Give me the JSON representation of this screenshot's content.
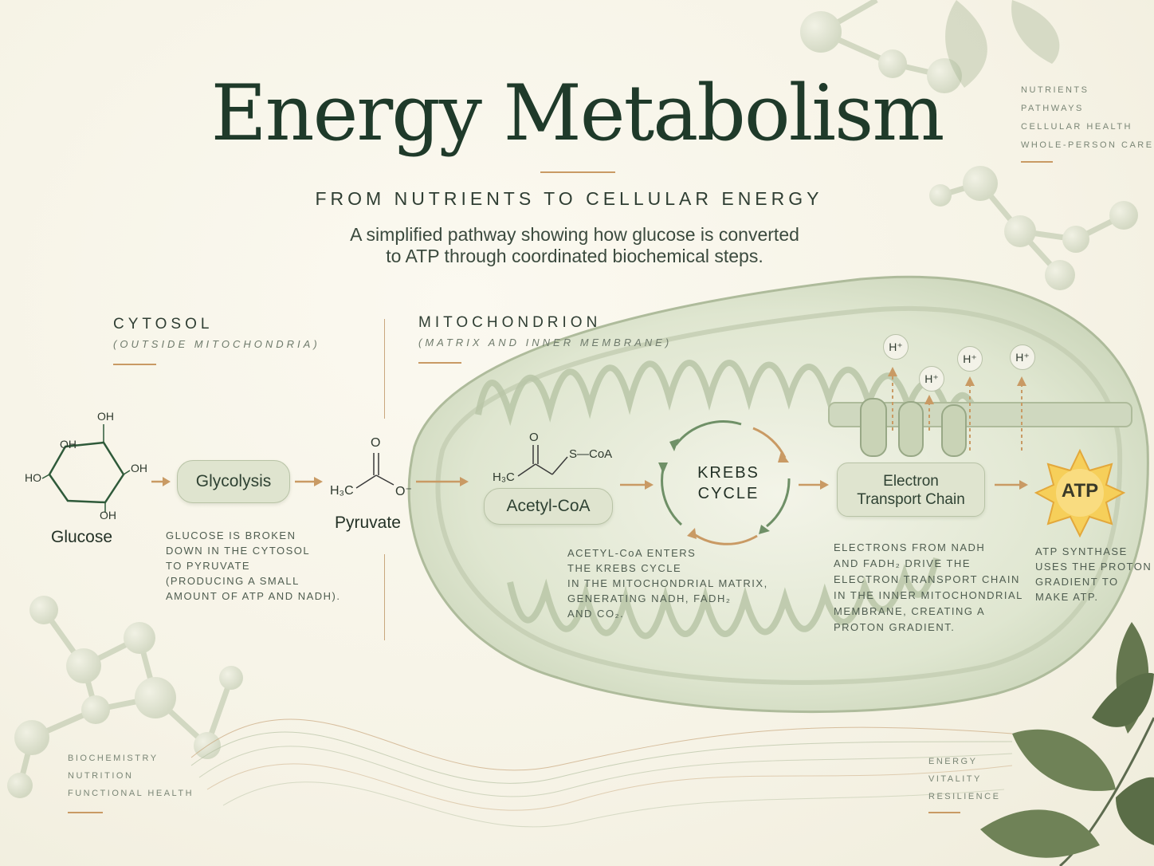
{
  "header": {
    "title": "Energy Metabolism",
    "subtitle": "FROM NUTRIENTS TO CELLULAR ENERGY",
    "description_line1": "A simplified pathway showing how glucose is converted",
    "description_line2": "to ATP through coordinated biochemical steps."
  },
  "top_right_tags": [
    "NUTRIENTS",
    "PATHWAYS",
    "CELLULAR HEALTH",
    "WHOLE-PERSON CARE"
  ],
  "bottom_left_tags": [
    "BIOCHEMISTRY",
    "NUTRITION",
    "FUNCTIONAL HEALTH"
  ],
  "bottom_right_tags": [
    "ENERGY",
    "VITALITY",
    "RESILIENCE"
  ],
  "sections": {
    "cytosol": {
      "title": "CYTOSOL",
      "subtitle": "(OUTSIDE MITOCHONDRIA)"
    },
    "mitochondrion": {
      "title": "MITOCHONDRION",
      "subtitle": "(MATRIX AND INNER MEMBRANE)"
    }
  },
  "steps": {
    "glucose": {
      "label": "Glucose",
      "oh": "OH",
      "ho": "HO"
    },
    "glycolysis": {
      "label": "Glycolysis"
    },
    "pyruvate": {
      "label": "Pyruvate",
      "o": "O",
      "ominus": "O⁻",
      "h3c": "H₃C"
    },
    "acetyl": {
      "label": "Acetyl-CoA",
      "o": "O",
      "scoa": "S—CoA",
      "h3c": "H₃C"
    },
    "krebs": {
      "line1": "KREBS",
      "line2": "CYCLE"
    },
    "etc": {
      "line1": "Electron",
      "line2": "Transport Chain"
    },
    "atp": {
      "label": "ATP"
    },
    "hplus": "H⁺"
  },
  "notes": {
    "glycolysis": [
      "GLUCOSE IS BROKEN",
      "DOWN IN THE CYTOSOL",
      "TO PYRUVATE",
      "(PRODUCING A SMALL",
      "AMOUNT OF ATP AND NADH)."
    ],
    "krebs": [
      "ACETYL-CoA ENTERS",
      "THE KREBS CYCLE",
      "IN THE MITOCHONDRIAL MATRIX,",
      "GENERATING NADH, FADH₂",
      "AND CO₂."
    ],
    "etc": [
      "ELECTRONS FROM NADH",
      "AND FADH₂ DRIVE THE",
      "ELECTRON TRANSPORT CHAIN",
      "IN THE INNER MITOCHONDRIAL",
      "MEMBRANE, CREATING A",
      "PROTON GRADIENT."
    ],
    "atp": [
      "ATP SYNTHASE",
      "USES THE PROTON",
      "GRADIENT TO",
      "MAKE ATP."
    ]
  },
  "colors": {
    "accent": "#c99a64",
    "title": "#1f3a2a",
    "pill": "#dfe4cf",
    "atp": "#f3c24a"
  }
}
